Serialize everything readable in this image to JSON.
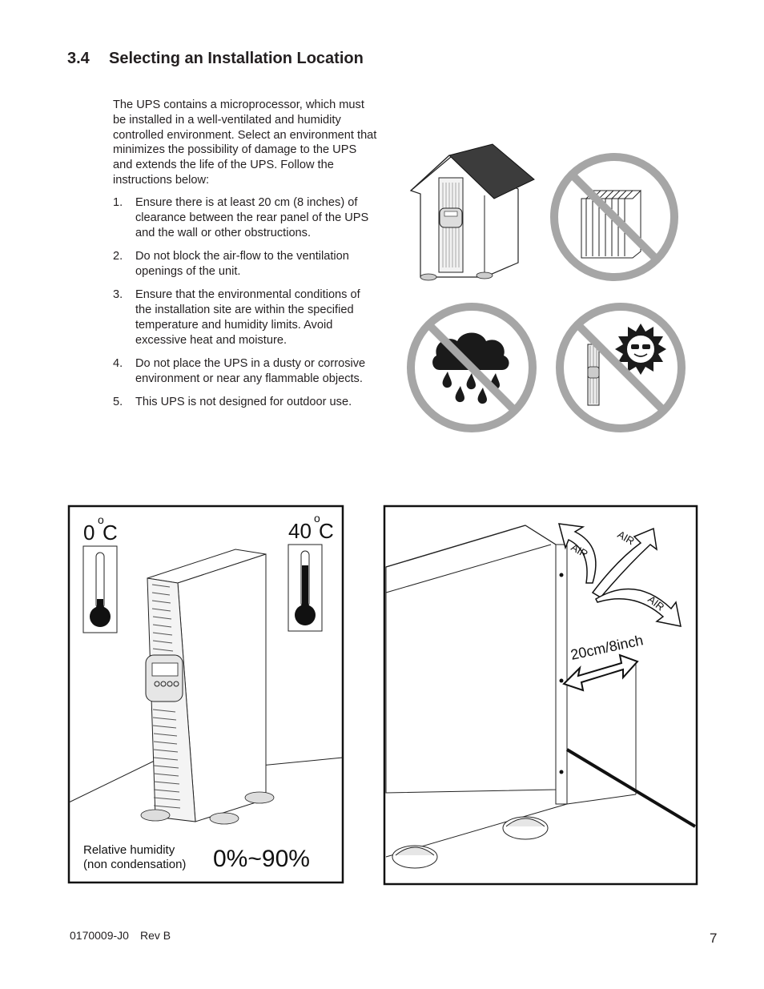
{
  "section": {
    "number": "3.4",
    "title": "Selecting an Installation Location"
  },
  "intro": "The UPS contains a microprocessor, which must be installed in a well-ventilated and humidity controlled environment. Select an environment that minimizes the possibility of damage to the UPS and extends the life of the UPS. Follow the instructions below:",
  "steps": [
    {
      "num": "1.",
      "text": "Ensure there is at least 20 cm (8 inches) of clearance between the rear panel of the UPS and the wall or other obstructions."
    },
    {
      "num": "2.",
      "text": "Do not block the air-flow to the ventilation openings of the unit."
    },
    {
      "num": "3.",
      "text": "Ensure that the environmental conditions of the installation site are within the specified temperature and humidity limits. Avoid excessive heat and moisture."
    },
    {
      "num": "4.",
      "text": "Do not place the UPS in a dusty or corrosive environment or near any flammable objects."
    },
    {
      "num": "5.",
      "text": "This UPS is not designed for outdoor use."
    }
  ],
  "env_figure": {
    "temp_low": "0",
    "temp_high": "40",
    "temp_unit": "C",
    "humidity_label_line1": "Relative humidity",
    "humidity_label_line2": "(non condensation)",
    "humidity_range": "0%~90%"
  },
  "clearance_figure": {
    "air_label": "AIR",
    "clearance": "20cm/8inch"
  },
  "icons": [
    "house-shelter-icon",
    "no-radiator-icon",
    "no-rain-icon",
    "no-sun-icon",
    "thermometer-icon",
    "airflow-arrow-icon",
    "clearance-arrow-icon"
  ],
  "footer": {
    "doc_code": "0170009-J0",
    "revision": "Rev B",
    "page_number": "7"
  }
}
